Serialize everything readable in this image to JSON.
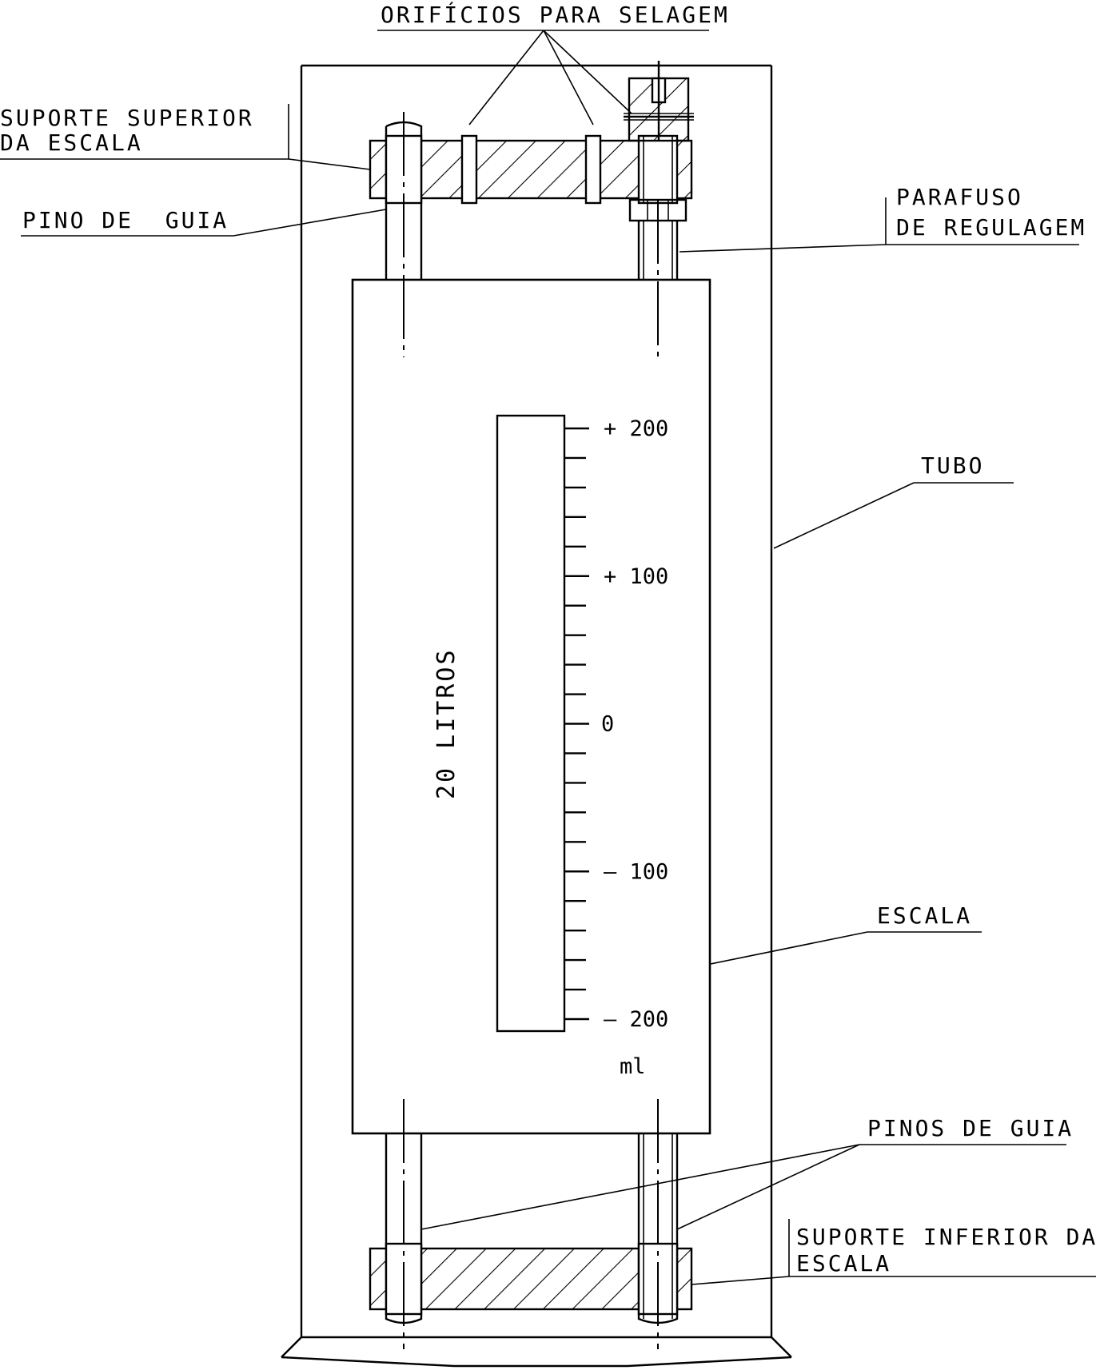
{
  "labels": {
    "sealing_holes": "ORIFÍCIOS PARA SELAGEM",
    "upper_support_line1": "SUPORTE SUPERIOR",
    "upper_support_line2": "DA ESCALA",
    "guide_pin": "PINO DE  GUIA",
    "adjust_screw_line1": "PARAFUSO",
    "adjust_screw_line2": "DE REGULAGEM",
    "tube": "TUBO",
    "scale": "ESCALA",
    "guide_pins": "PINOS DE GUIA",
    "lower_support_line1": "SUPORTE INFERIOR DA",
    "lower_support_line2": "ESCALA",
    "volume": "20 LITROS"
  },
  "scale": {
    "tick_labels": [
      "+ 200",
      "+ 100",
      "0",
      "– 100",
      "– 200"
    ],
    "unit": "ml",
    "tick_values": [
      200,
      180,
      160,
      140,
      120,
      100,
      80,
      60,
      40,
      20,
      0,
      -20,
      -40,
      -60,
      -80,
      -100,
      -120,
      -140,
      -160,
      -180,
      -200
    ],
    "labeled_values": [
      200,
      100,
      0,
      -100,
      -200
    ]
  }
}
